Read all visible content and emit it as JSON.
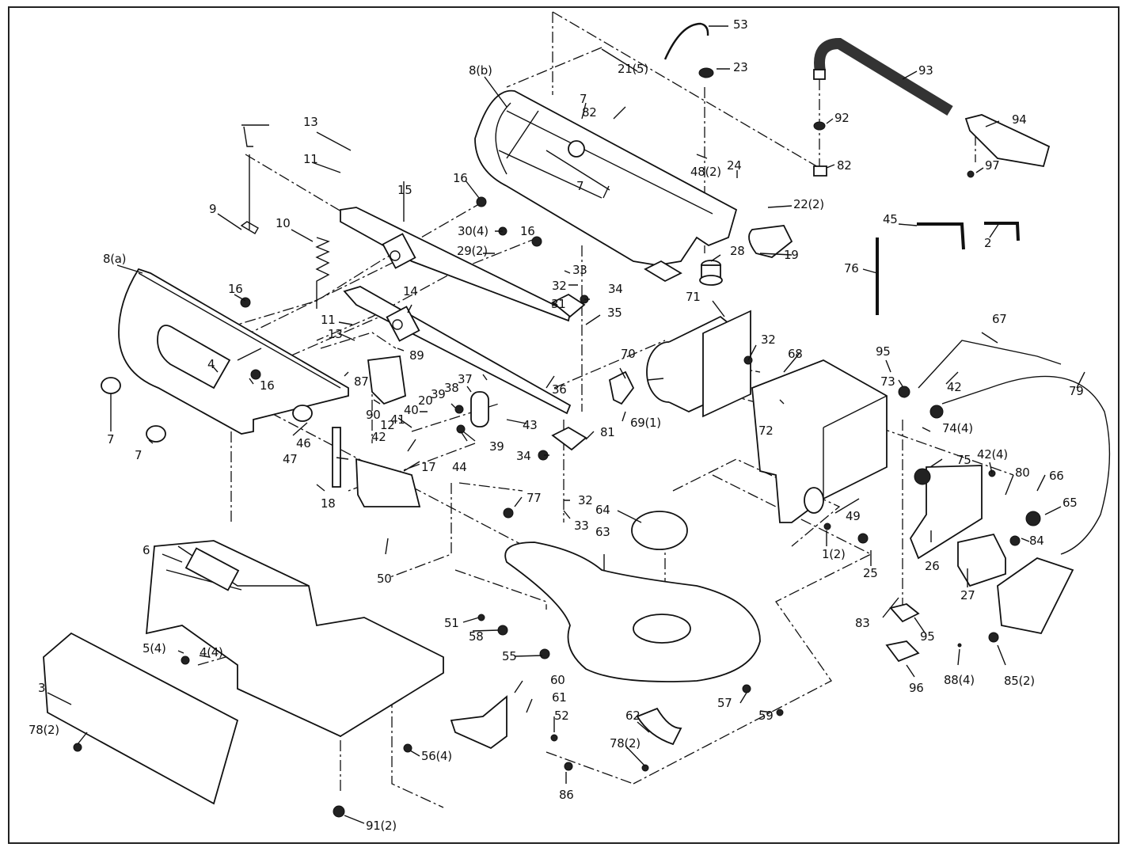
{
  "diagram": {
    "title": "Scroll saw exploded parts diagram",
    "labels": {
      "p53": "53",
      "p23": "23",
      "p93": "93",
      "p21": "21(5)",
      "p8b": "8(b)",
      "p7a": "7",
      "p82a": "82",
      "p92": "92",
      "p94": "94",
      "p82b": "82",
      "p97": "97",
      "p48": "48(2)",
      "p24": "24",
      "p13a": "13",
      "p11a": "11",
      "p16a": "16",
      "p7b": "7",
      "p22": "22(2)",
      "p15": "15",
      "p9": "9",
      "p10": "10",
      "p30": "30(4)",
      "p16b": "16",
      "p29": "29(2)",
      "p28": "28",
      "p19": "19",
      "p45": "45",
      "p2": "2",
      "p76": "76",
      "p8a": "8(a)",
      "p16c": "16",
      "p33a": "33",
      "p32a": "32",
      "p34a": "34",
      "p14": "14",
      "p31": "31",
      "p35": "35",
      "p71": "71",
      "p11b": "11",
      "p13b": "13",
      "p89": "89",
      "p32b": "32",
      "p68": "68",
      "p67": "67",
      "p95a": "95",
      "p4a": "4",
      "p87": "87",
      "p16d": "16",
      "p70": "70",
      "p73": "73",
      "p42a": "42",
      "p79": "79",
      "p37": "37",
      "p38": "38",
      "p39a": "39",
      "p20": "20",
      "p36": "36",
      "p7c": "7",
      "p7d": "7",
      "p90": "90",
      "p40": "40",
      "p41": "41",
      "p12": "12",
      "p43": "43",
      "p69": "69(1)",
      "p72": "72",
      "p74": "74(4)",
      "p46": "46",
      "p42b": "42",
      "p39b": "39",
      "p81": "81",
      "p47": "47",
      "p17": "17",
      "p44": "44",
      "p34b": "34",
      "p75": "75",
      "p42c": "42(4)",
      "p80": "80",
      "p66": "66",
      "p77": "77",
      "p18": "18",
      "p32c": "32",
      "p33b": "33",
      "p64": "64",
      "p49": "49",
      "p65": "65",
      "p63": "63",
      "p84": "84",
      "p6": "6",
      "p50": "50",
      "p1": "1(2)",
      "p25": "25",
      "p26": "26",
      "p27": "27",
      "p51": "51",
      "p58": "58",
      "p55": "55",
      "p83": "83",
      "p95b": "95",
      "p5": "5(4)",
      "p4b": "4(4)",
      "p96": "96",
      "p88": "88(4)",
      "p85": "85(2)",
      "p60": "60",
      "p3": "3",
      "p61": "61",
      "p57": "57",
      "p52": "52",
      "p62": "62",
      "p59": "59",
      "p78a": "78(2)",
      "p56": "56(4)",
      "p78b": "78(2)",
      "p86": "86",
      "p91": "91(2)"
    }
  }
}
